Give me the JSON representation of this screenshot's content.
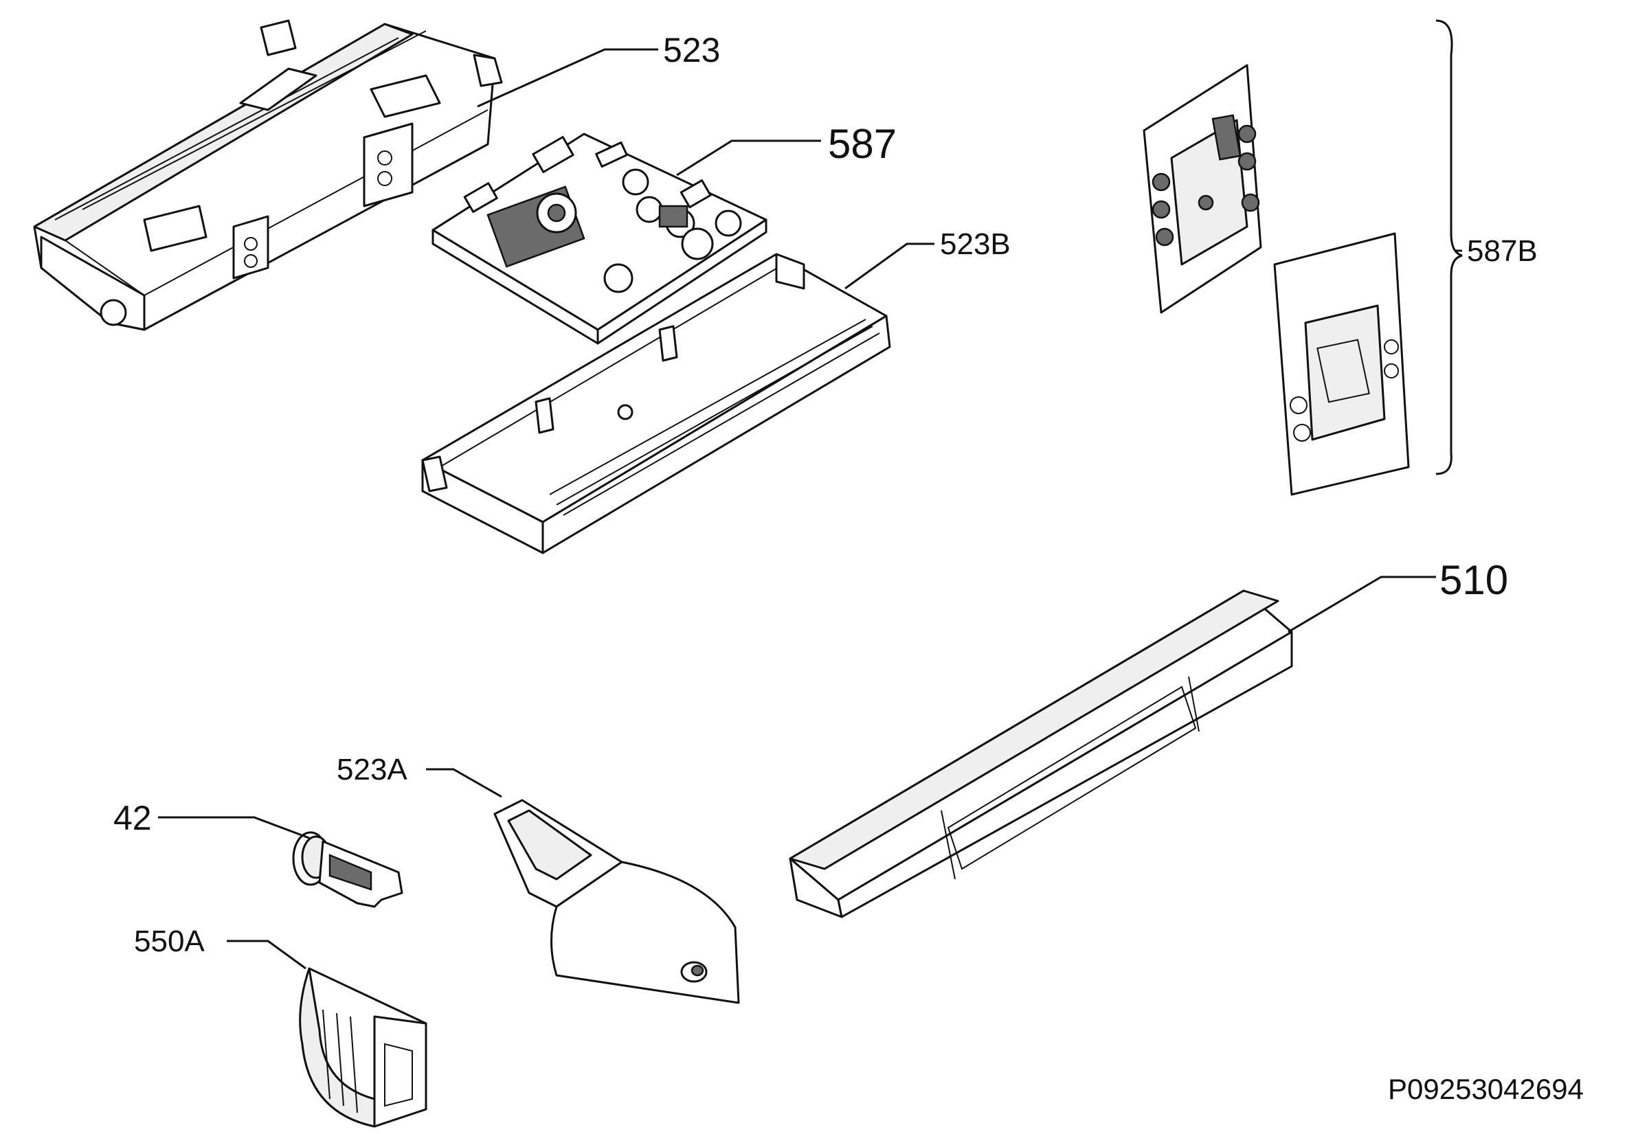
{
  "labels": {
    "l523": "523",
    "l587": "587",
    "l523b": "523B",
    "l587b": "587B",
    "l510": "510",
    "l523a": "523A",
    "l42": "42",
    "l550a": "550A"
  },
  "drawing_code": "P09253042694"
}
